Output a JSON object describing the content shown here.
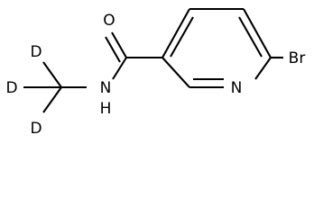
{
  "molecule": {
    "atoms": {
      "oxygen": "O",
      "amide_nitrogen": "N",
      "amide_hydrogen": "H",
      "ring_nitrogen": "N",
      "bromine": "Br",
      "deuterium_top": "D",
      "deuterium_left": "D",
      "deuterium_bottom": "D"
    }
  }
}
